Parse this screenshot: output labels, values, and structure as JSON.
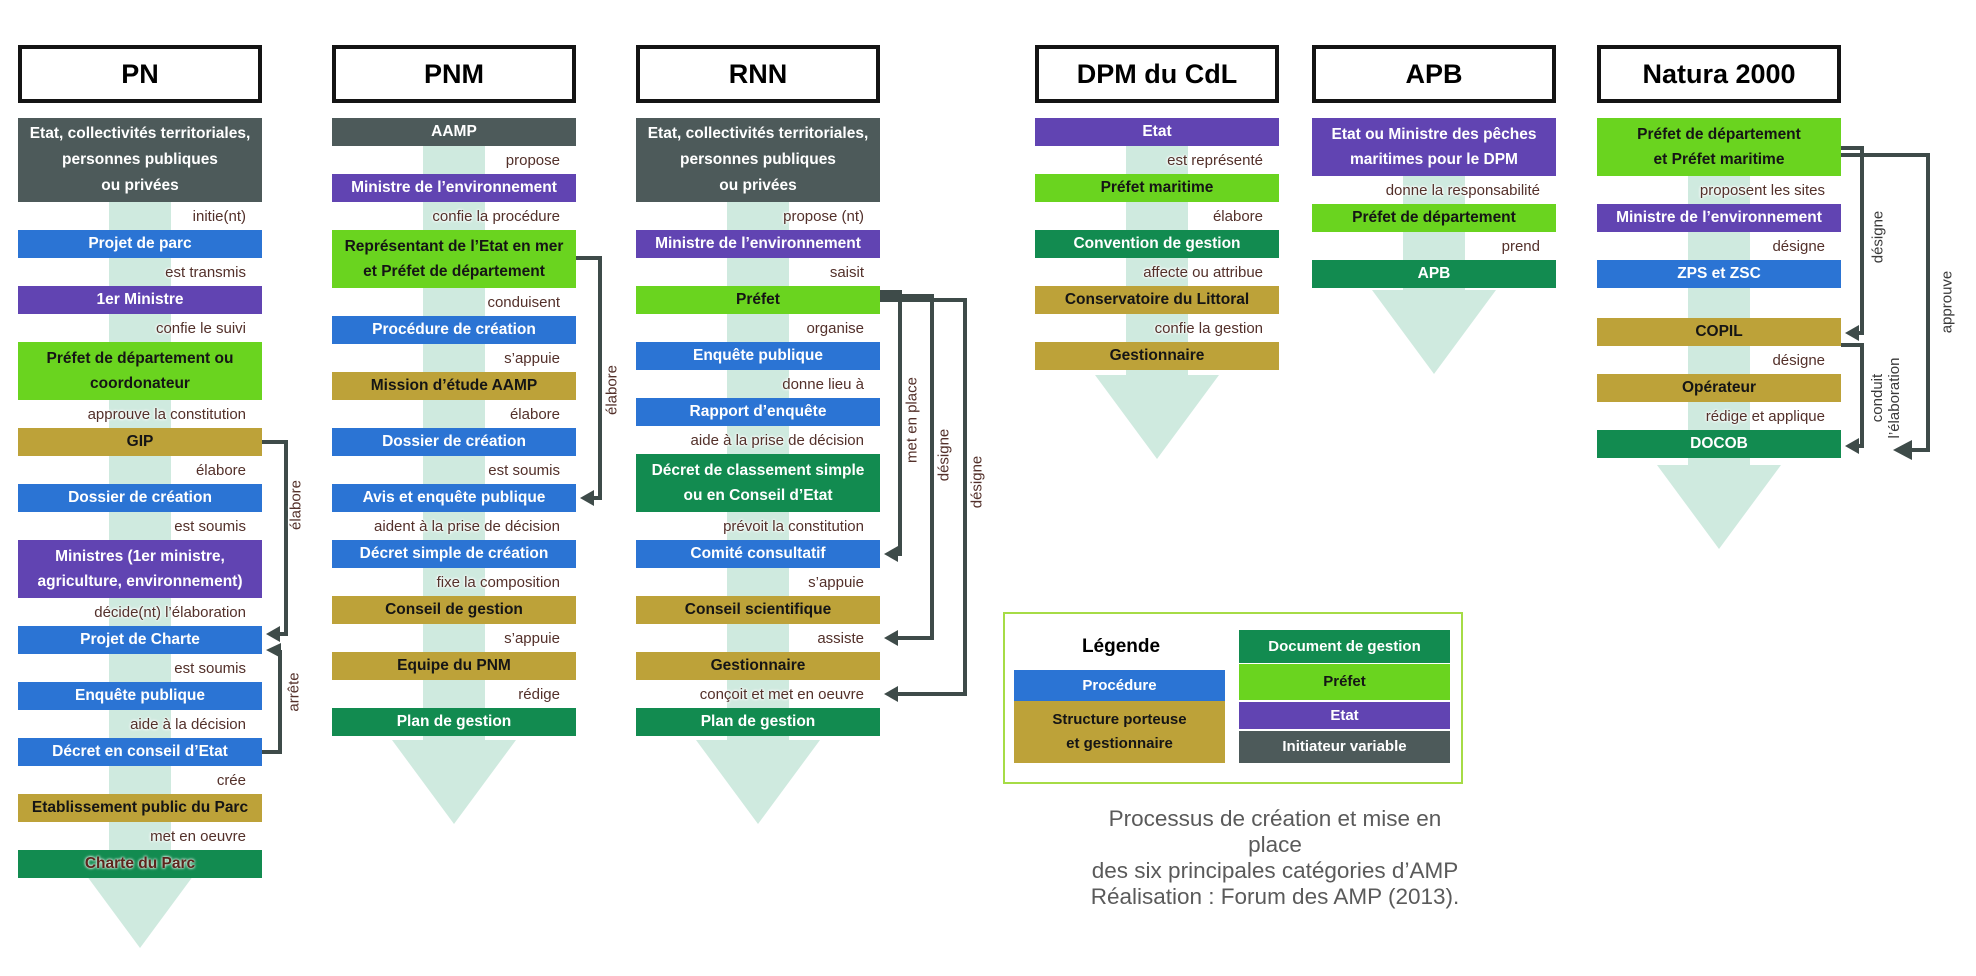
{
  "title_caption": {
    "lines": [
      "Processus de création et mise en place",
      "des six principales catégories d’AMP",
      "Réalisation : Forum des AMP (2013)."
    ]
  },
  "colors": {
    "procedure_blue": "#2b74d4",
    "etat_purple": "#6144b2",
    "prefet_green": "#6ad41f",
    "structure_gold": "#bda239",
    "document_green": "#128b50",
    "initiateur_gray": "#4d5a5a",
    "flow_arrow_teal": "#cfeadf",
    "connector_dark": "#3e4b49",
    "legend_border": "#a6dc46"
  },
  "columns": [
    {
      "title": "PN",
      "steps": [
        {
          "lines": [
            "Etat, collectivités territoriales,",
            "personnes publiques",
            "ou privées"
          ]
        },
        {
          "text": "initie(nt)"
        },
        {
          "text": "Projet de parc"
        },
        {
          "text": "est transmis"
        },
        {
          "text": "1er Ministre"
        },
        {
          "text": "confie le suivi"
        },
        {
          "lines": [
            "Préfet de département ou",
            "coordonateur"
          ]
        },
        {
          "text": "approuve la constitution"
        },
        {
          "text": "GIP"
        },
        {
          "text": "élabore"
        },
        {
          "text": "Dossier de création"
        },
        {
          "text": "est soumis"
        },
        {
          "lines": [
            "Ministres (1er ministre,",
            "agriculture, environnement)"
          ]
        },
        {
          "text": "décide(nt) l’élaboration"
        },
        {
          "text": "Projet de Charte"
        },
        {
          "text": "est soumis"
        },
        {
          "text": "Enquête publique"
        },
        {
          "text": "aide à la décision"
        },
        {
          "text": "Décret en conseil d’Etat"
        },
        {
          "text": "crée"
        },
        {
          "text": "Etablissement public du Parc"
        },
        {
          "text": "met en oeuvre"
        },
        {
          "text": "Charte du Parc"
        }
      ]
    },
    {
      "title": "PNM",
      "steps": [
        {
          "text": "AAMP"
        },
        {
          "text": "propose"
        },
        {
          "text": "Ministre de l’environnement"
        },
        {
          "text": "confie la procédure"
        },
        {
          "lines": [
            "Représentant de l’Etat en mer",
            "et Préfet de département"
          ]
        },
        {
          "text": "conduisent"
        },
        {
          "text": "Procédure de création"
        },
        {
          "text": "s’appuie"
        },
        {
          "text": "Mission d’étude AAMP"
        },
        {
          "text": "élabore"
        },
        {
          "text": "Dossier de création"
        },
        {
          "text": "est soumis"
        },
        {
          "text": "Avis et enquête publique"
        },
        {
          "text": "aident à la prise de décision"
        },
        {
          "text": "Décret simple de création"
        },
        {
          "text": "fixe la composition"
        },
        {
          "text": "Conseil de gestion"
        },
        {
          "text": "s’appuie"
        },
        {
          "text": "Equipe du PNM"
        },
        {
          "text": "rédige"
        },
        {
          "text": "Plan de gestion"
        }
      ]
    },
    {
      "title": "RNN",
      "steps": [
        {
          "lines": [
            "Etat, collectivités territoriales,",
            "personnes publiques",
            "ou privées"
          ]
        },
        {
          "text": "propose (nt)"
        },
        {
          "text": "Ministre de l’environnement"
        },
        {
          "text": "saisit"
        },
        {
          "text": "Préfet"
        },
        {
          "text": "organise"
        },
        {
          "text": "Enquête publique"
        },
        {
          "text": "donne lieu à"
        },
        {
          "text": "Rapport d’enquête"
        },
        {
          "text": "aide à la prise de décision"
        },
        {
          "lines": [
            "Décret de classement simple",
            "ou en Conseil d’Etat"
          ]
        },
        {
          "text": "prévoit la constitution"
        },
        {
          "text": "Comité consultatif"
        },
        {
          "text": "s’appuie"
        },
        {
          "text": "Conseil scientifique"
        },
        {
          "text": "assiste"
        },
        {
          "text": "Gestionnaire"
        },
        {
          "text": "conçoit et met en oeuvre"
        },
        {
          "text": "Plan de gestion"
        }
      ]
    },
    {
      "title": "DPM du CdL",
      "steps": [
        {
          "text": "Etat"
        },
        {
          "text": "est représenté"
        },
        {
          "text": "Préfet maritime"
        },
        {
          "text": "élabore"
        },
        {
          "text": "Convention de gestion"
        },
        {
          "text": "affecte ou attribue"
        },
        {
          "text": "Conservatoire du Littoral"
        },
        {
          "text": "confie la gestion"
        },
        {
          "text": "Gestionnaire"
        }
      ]
    },
    {
      "title": "APB",
      "steps": [
        {
          "lines": [
            "Etat ou Ministre des pêches",
            "maritimes pour le DPM"
          ]
        },
        {
          "text": "donne la responsabilité"
        },
        {
          "text": "Préfet de département"
        },
        {
          "text": "prend"
        },
        {
          "text": "APB"
        }
      ]
    },
    {
      "title": "Natura 2000",
      "steps": [
        {
          "lines": [
            "Préfet de département",
            "et Préfet maritime"
          ]
        },
        {
          "text": "proposent les sites"
        },
        {
          "text": "Ministre de l’environnement"
        },
        {
          "text": "désigne"
        },
        {
          "text": "ZPS et ZSC"
        },
        {
          "text": "COPIL"
        },
        {
          "text": "désigne"
        },
        {
          "text": "Opérateur"
        },
        {
          "text": "rédige et applique"
        },
        {
          "text": "DOCOB"
        }
      ]
    }
  ],
  "connectors": {
    "pn_elabore": "élabore",
    "pn_arrete": "arrête",
    "pnm_elabore": "élabore",
    "rnn_met_en_place": "met en place",
    "rnn_designe_1": "désigne",
    "rnn_designe_2": "désigne",
    "natura_designe": "désigne",
    "natura_conduit": {
      "lines": [
        "conduit",
        "l’élaboration"
      ]
    },
    "natura_approuve": "approuve"
  },
  "legend": {
    "title": "Légende",
    "items": [
      {
        "text": "Procédure"
      },
      {
        "lines": [
          "Structure porteuse",
          "et gestionnaire"
        ]
      },
      {
        "text": "Document de gestion"
      },
      {
        "text": "Préfet"
      },
      {
        "text": "Etat"
      },
      {
        "text": "Initiateur variable"
      }
    ]
  }
}
